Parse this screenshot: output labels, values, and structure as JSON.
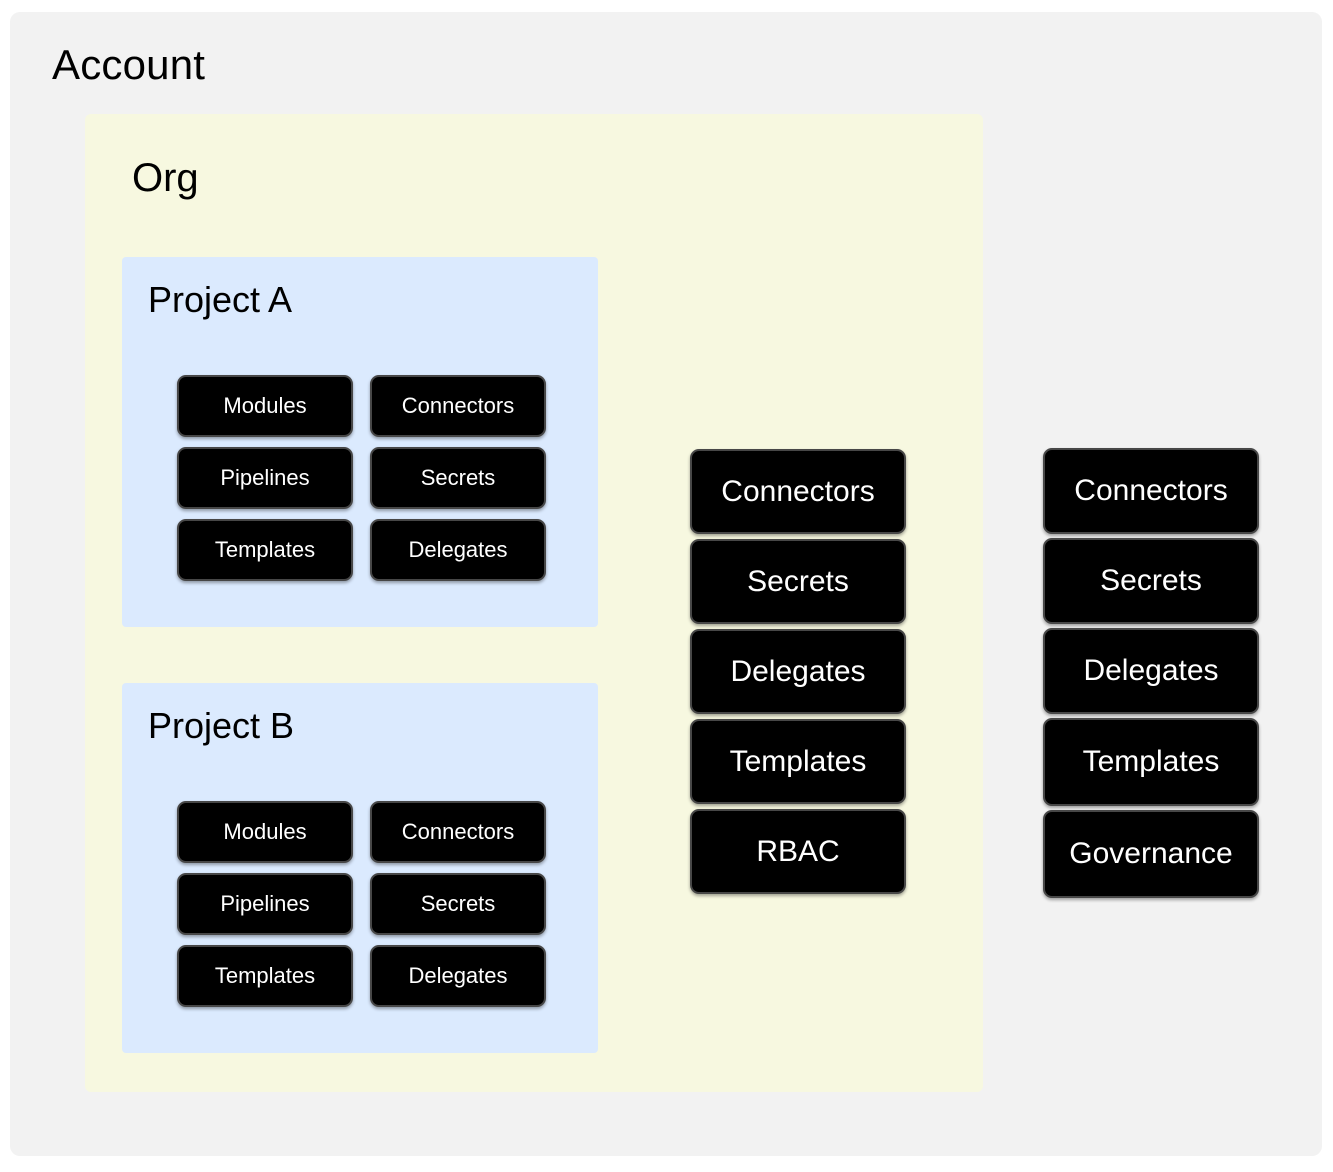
{
  "diagram": {
    "title": "Account",
    "colors": {
      "account_bg": "#f2f2f2",
      "org_bg": "#f7f8e0",
      "project_bg": "#dbeafe",
      "chip_bg": "#000000",
      "chip_border": "#474747",
      "chip_text": "#ffffff"
    }
  },
  "account": {
    "label": "Account",
    "scope_items": [
      {
        "label": "Connectors"
      },
      {
        "label": "Secrets"
      },
      {
        "label": "Delegates"
      },
      {
        "label": "Templates"
      },
      {
        "label": "Governance"
      }
    ]
  },
  "org": {
    "label": "Org",
    "scope_items": [
      {
        "label": "Connectors"
      },
      {
        "label": "Secrets"
      },
      {
        "label": "Delegates"
      },
      {
        "label": "Templates"
      },
      {
        "label": "RBAC"
      }
    ]
  },
  "projects": [
    {
      "label": "Project A",
      "items": [
        {
          "label": "Modules"
        },
        {
          "label": "Connectors"
        },
        {
          "label": "Pipelines"
        },
        {
          "label": "Secrets"
        },
        {
          "label": "Templates"
        },
        {
          "label": "Delegates"
        }
      ]
    },
    {
      "label": "Project B",
      "items": [
        {
          "label": "Modules"
        },
        {
          "label": "Connectors"
        },
        {
          "label": "Pipelines"
        },
        {
          "label": "Secrets"
        },
        {
          "label": "Templates"
        },
        {
          "label": "Delegates"
        }
      ]
    }
  ]
}
